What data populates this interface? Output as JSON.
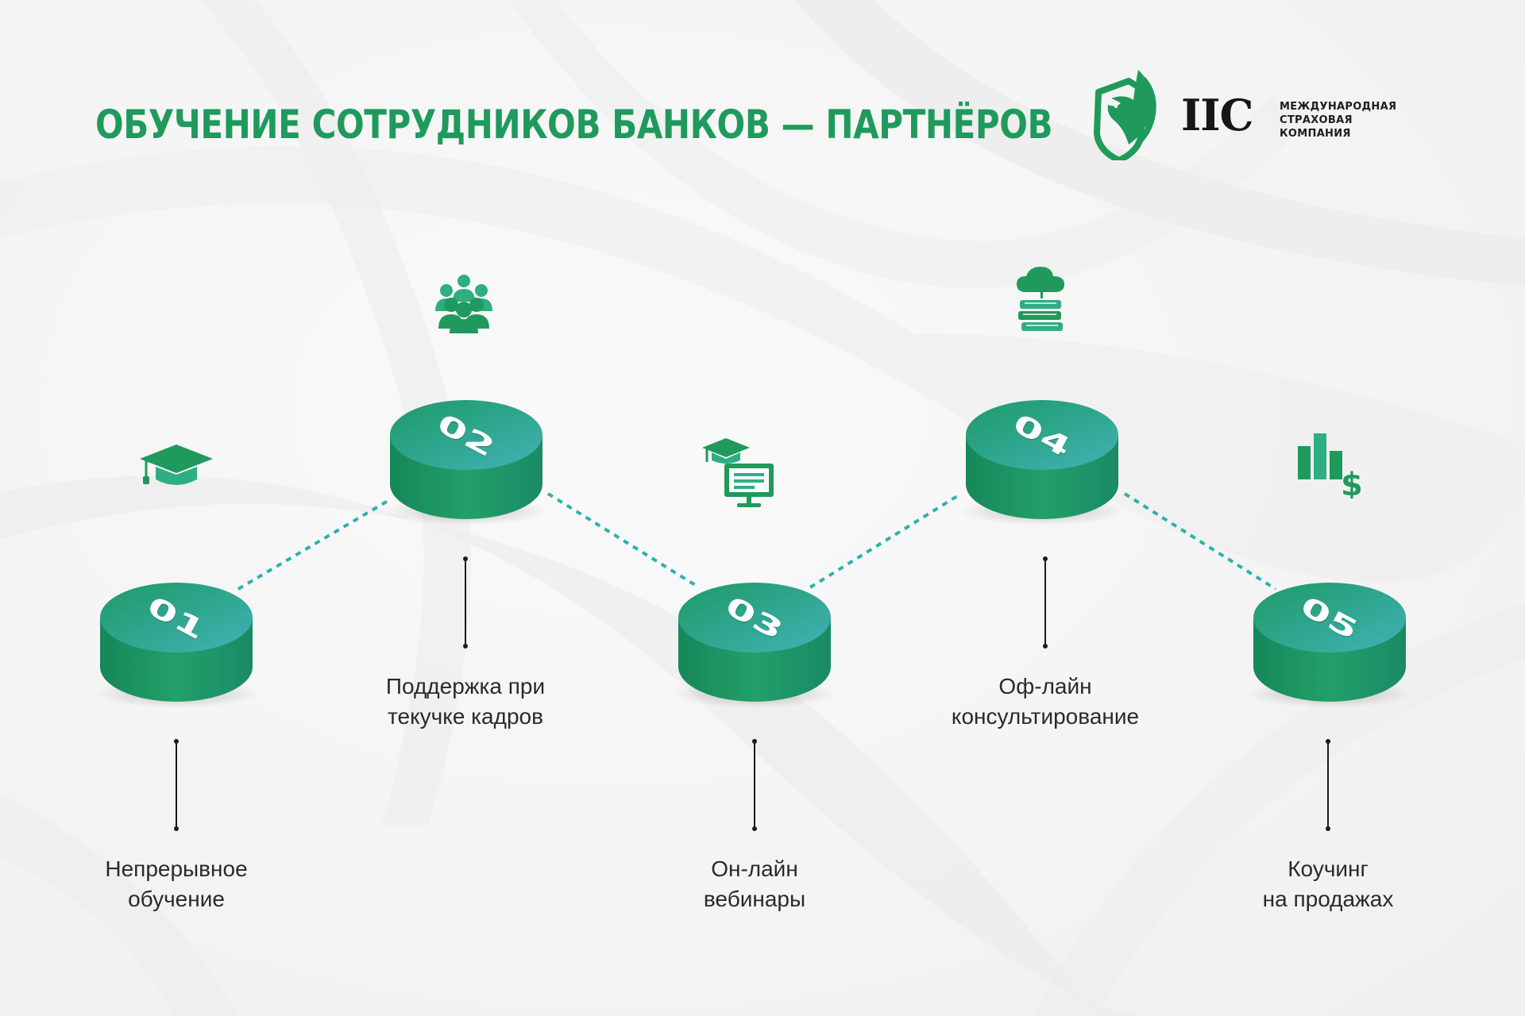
{
  "header": {
    "title": "ОБУЧЕНИЕ СОТРУДНИКОВ БАНКОВ — ПАРТНЁРОВ"
  },
  "logo": {
    "abbr": "IIC",
    "lines": [
      "МЕЖДУНАРОДНАЯ",
      "СТРАХОВАЯ",
      "КОМПАНИЯ"
    ]
  },
  "colors": {
    "brand_green": "#1f9a5c",
    "disc_green": "#1d9a67",
    "disc_teal": "#41b2b6",
    "dashed_line": "#2bb3ae",
    "text": "#2a2a2a"
  },
  "steps": [
    {
      "number": "01",
      "lines": [
        "Непрерывное",
        "обучение"
      ],
      "icon": "graduation-cap-icon"
    },
    {
      "number": "02",
      "lines": [
        "Поддержка при",
        "текучке кадров"
      ],
      "icon": "team-group-icon"
    },
    {
      "number": "03",
      "lines": [
        "Он-лайн",
        "вебинары"
      ],
      "icon": "online-learning-monitor-icon"
    },
    {
      "number": "04",
      "lines": [
        "Оф-лайн",
        "консультирование"
      ],
      "icon": "cloud-books-icon"
    },
    {
      "number": "05",
      "lines": [
        "Коучинг",
        "на продажах"
      ],
      "icon": "sales-chart-dollar-icon"
    }
  ]
}
